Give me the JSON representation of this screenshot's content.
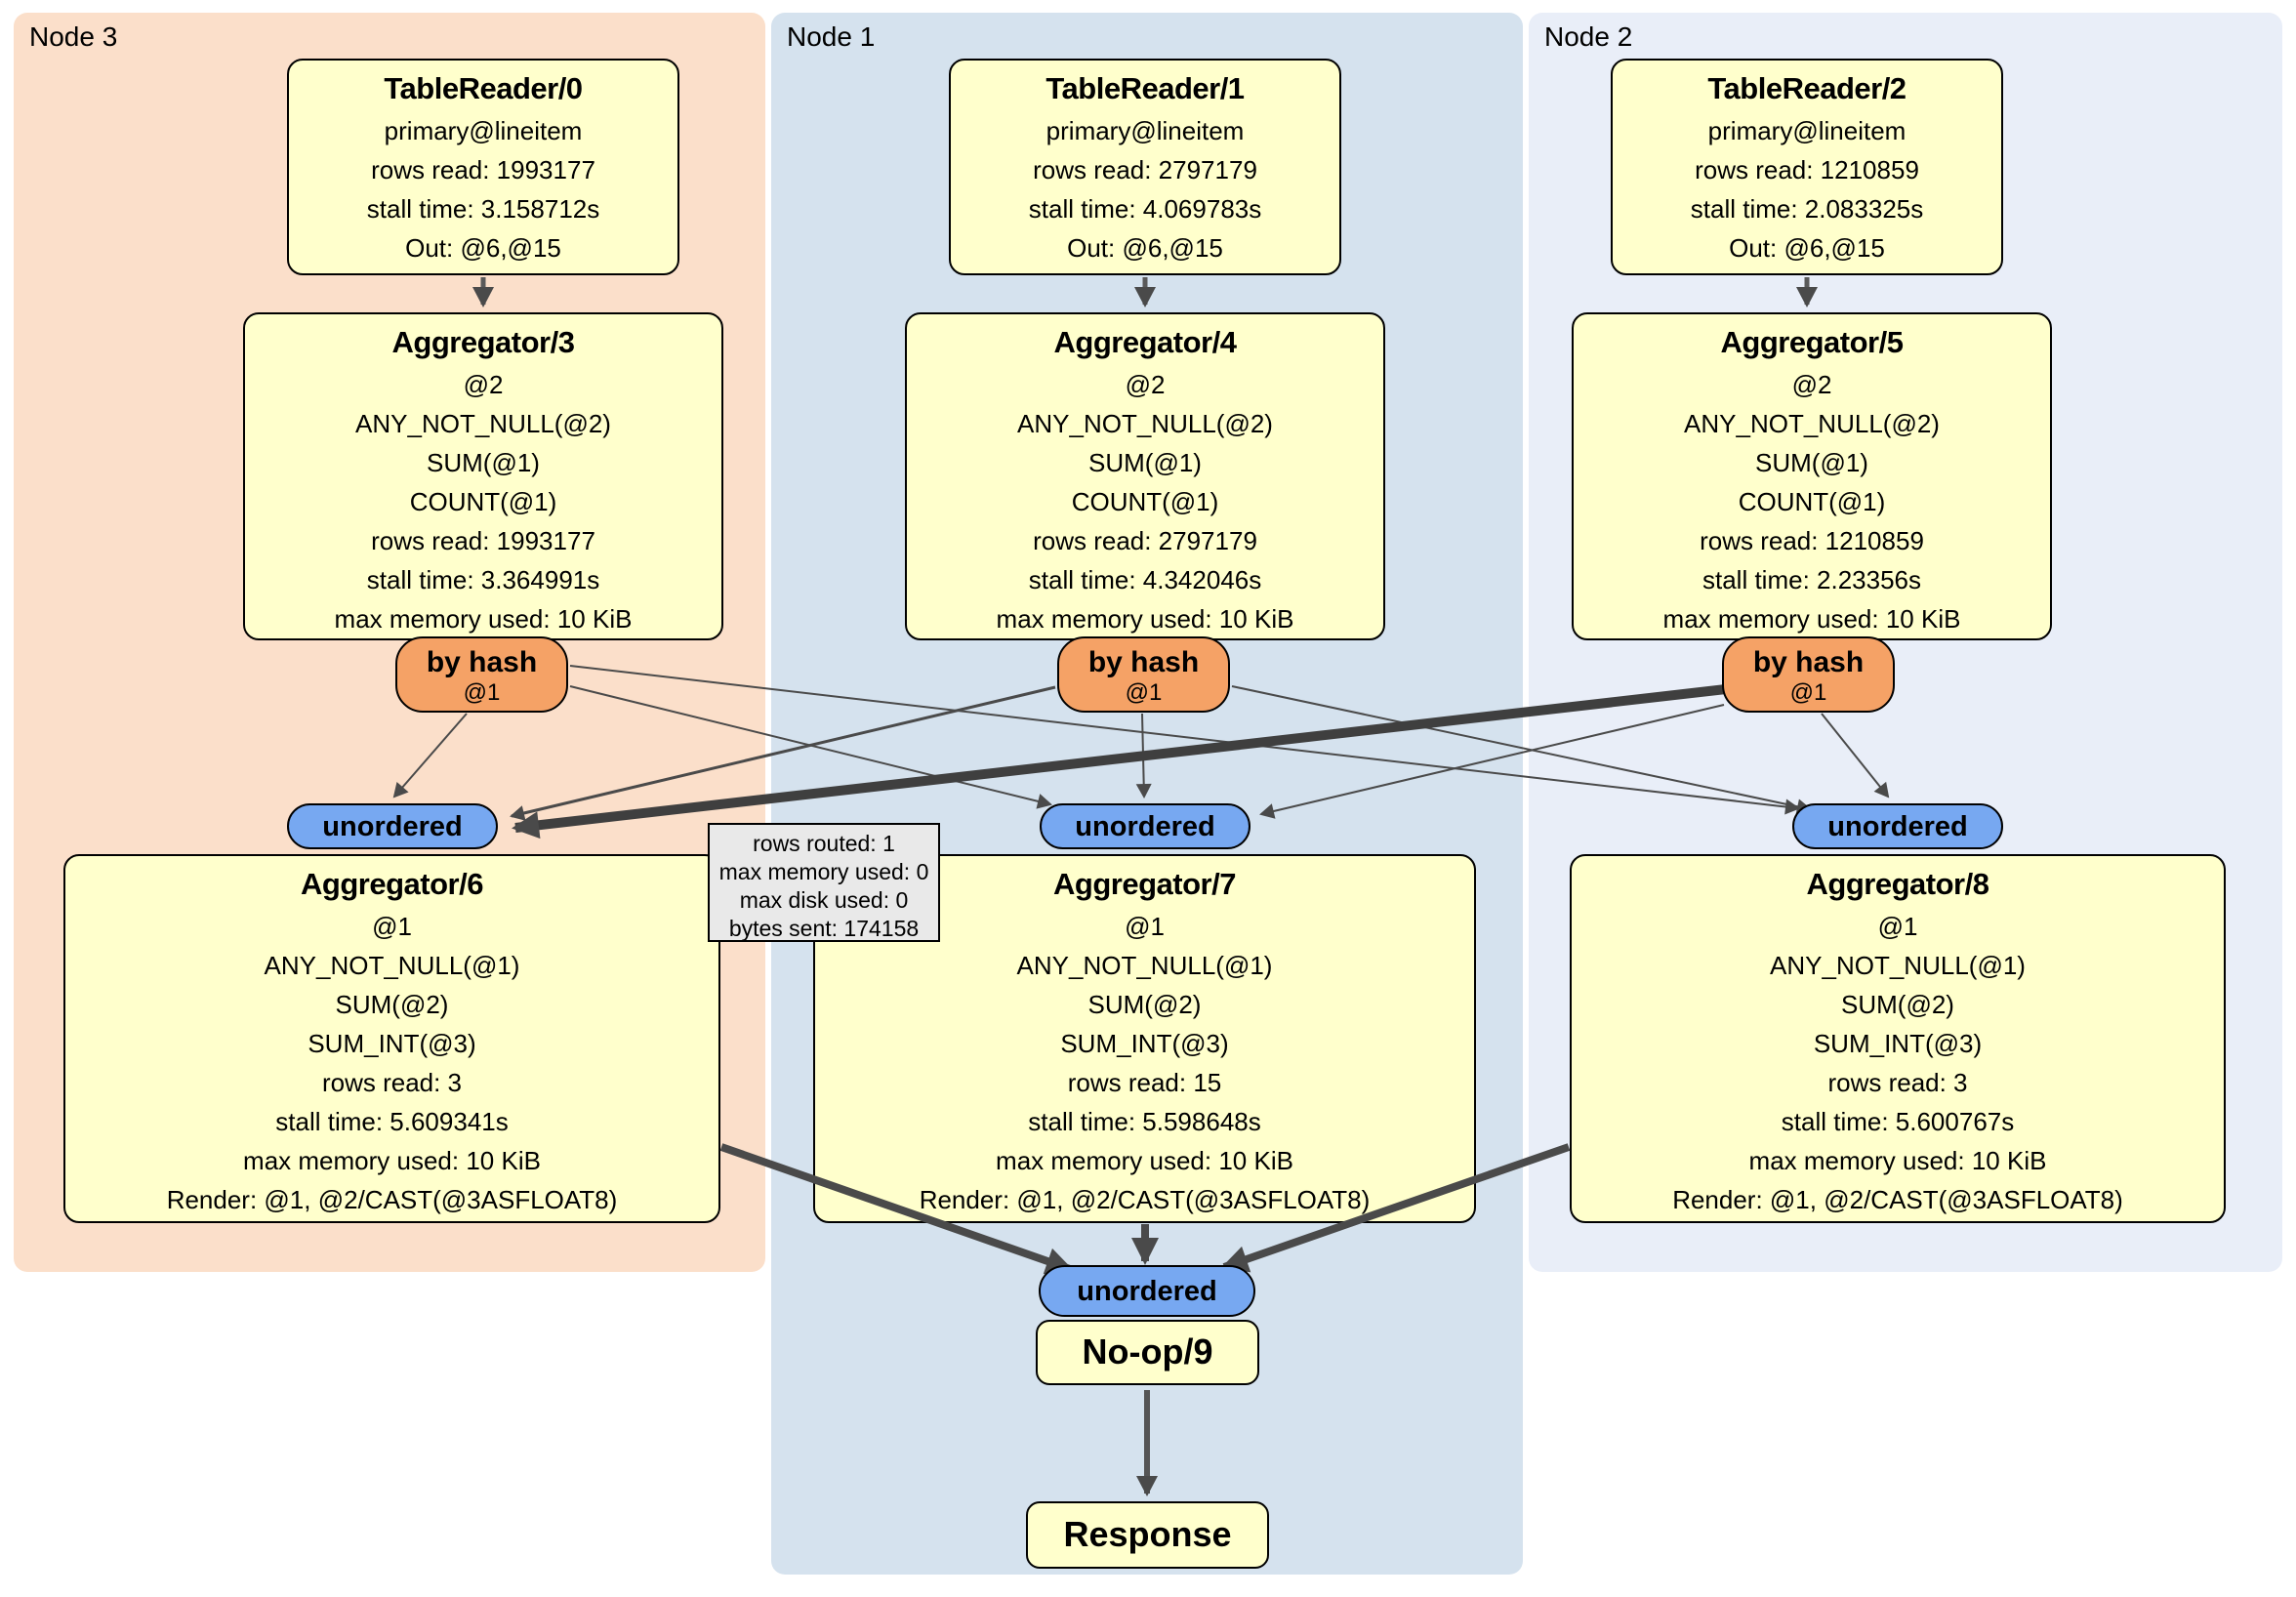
{
  "regions": [
    {
      "id": "node3",
      "label": "Node 3"
    },
    {
      "id": "node1",
      "label": "Node 1"
    },
    {
      "id": "node2",
      "label": "Node 2"
    }
  ],
  "colors": {
    "node3_bg": "#fbdfca",
    "node1_bg": "#d5e2ee",
    "node2_bg": "#e9eef8",
    "processor_bg": "#ffffcc",
    "router_bg": "#f5a266",
    "sync_bg": "#77a8f1",
    "tooltip_bg": "#e9e9e9",
    "edge": "#4a4a4a"
  },
  "boxes": {
    "tr0": {
      "title": "TableReader/0",
      "lines": [
        "primary@lineitem",
        "rows read: 1993177",
        "stall time: 3.158712s",
        "Out: @6,@15"
      ]
    },
    "tr1": {
      "title": "TableReader/1",
      "lines": [
        "primary@lineitem",
        "rows read: 2797179",
        "stall time: 4.069783s",
        "Out: @6,@15"
      ]
    },
    "tr2": {
      "title": "TableReader/2",
      "lines": [
        "primary@lineitem",
        "rows read: 1210859",
        "stall time: 2.083325s",
        "Out: @6,@15"
      ]
    },
    "agg3": {
      "title": "Aggregator/3",
      "lines": [
        "@2",
        "ANY_NOT_NULL(@2)",
        "SUM(@1)",
        "COUNT(@1)",
        "rows read: 1993177",
        "stall time: 3.364991s",
        "max memory used: 10 KiB"
      ]
    },
    "agg4": {
      "title": "Aggregator/4",
      "lines": [
        "@2",
        "ANY_NOT_NULL(@2)",
        "SUM(@1)",
        "COUNT(@1)",
        "rows read: 2797179",
        "stall time: 4.342046s",
        "max memory used: 10 KiB"
      ]
    },
    "agg5": {
      "title": "Aggregator/5",
      "lines": [
        "@2",
        "ANY_NOT_NULL(@2)",
        "SUM(@1)",
        "COUNT(@1)",
        "rows read: 1210859",
        "stall time: 2.23356s",
        "max memory used: 10 KiB"
      ]
    },
    "agg6": {
      "title": "Aggregator/6",
      "lines": [
        "@1",
        "ANY_NOT_NULL(@1)",
        "SUM(@2)",
        "SUM_INT(@3)",
        "rows read: 3",
        "stall time: 5.609341s",
        "max memory used: 10 KiB",
        "Render: @1, @2/CAST(@3ASFLOAT8)"
      ]
    },
    "agg7": {
      "title": "Aggregator/7",
      "lines": [
        "@1",
        "ANY_NOT_NULL(@1)",
        "SUM(@2)",
        "SUM_INT(@3)",
        "rows read: 15",
        "stall time: 5.598648s",
        "max memory used: 10 KiB",
        "Render: @1, @2/CAST(@3ASFLOAT8)"
      ]
    },
    "agg8": {
      "title": "Aggregator/8",
      "lines": [
        "@1",
        "ANY_NOT_NULL(@1)",
        "SUM(@2)",
        "SUM_INT(@3)",
        "rows read: 3",
        "stall time: 5.600767s",
        "max memory used: 10 KiB",
        "Render: @1, @2/CAST(@3ASFLOAT8)"
      ]
    },
    "noop": {
      "title": "No-op/9"
    },
    "response": {
      "title": "Response"
    }
  },
  "router": {
    "label": "by hash",
    "sub": "@1"
  },
  "sync_label": "unordered",
  "tooltip": {
    "lines": [
      "rows routed: 1",
      "max memory used: 0",
      "max disk used: 0",
      "bytes sent: 174158"
    ]
  }
}
